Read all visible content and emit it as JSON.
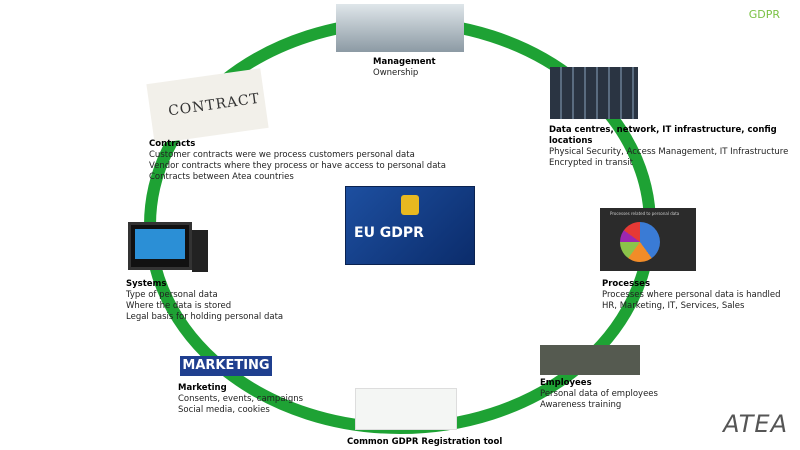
{
  "corner_label": "GDPR",
  "logo_text": "ATEA",
  "center": {
    "label": "EU GDPR"
  },
  "nodes": {
    "management": {
      "title": "Management",
      "lines": [
        "Ownership"
      ]
    },
    "datacentres": {
      "title": "Data centres, network, IT infrastructure, config locations",
      "lines": [
        "Physical Security, Access Management, IT Infrastructure",
        "Encrypted in transit"
      ]
    },
    "processes": {
      "title": "Processes",
      "lines": [
        "Processes where personal data is handled",
        "HR, Marketing, IT, Services, Sales"
      ],
      "image_title": "Processes related to personal data"
    },
    "employees": {
      "title": "Employees",
      "lines": [
        "Personal data of employees",
        "Awareness training"
      ]
    },
    "tool": {
      "title": "Common GDPR Registration tool"
    },
    "marketing": {
      "title": "Marketing",
      "lines": [
        "Consents, events, campaigns",
        "Social media, cookies"
      ],
      "image_text": "MARKETING"
    },
    "systems": {
      "title": "Systems",
      "lines": [
        "Type of personal data",
        "Where the data is stored",
        "Legal basis for holding personal data"
      ]
    },
    "contracts": {
      "title": "Contracts",
      "lines": [
        "Customer contracts were we process customers personal data",
        "Vendor contracts where they process or have access to personal data",
        "Contracts between Atea countries"
      ],
      "image_text": "CONTRACT"
    }
  },
  "colors": {
    "ring": "#1ea234",
    "accent": "#7ac143"
  }
}
